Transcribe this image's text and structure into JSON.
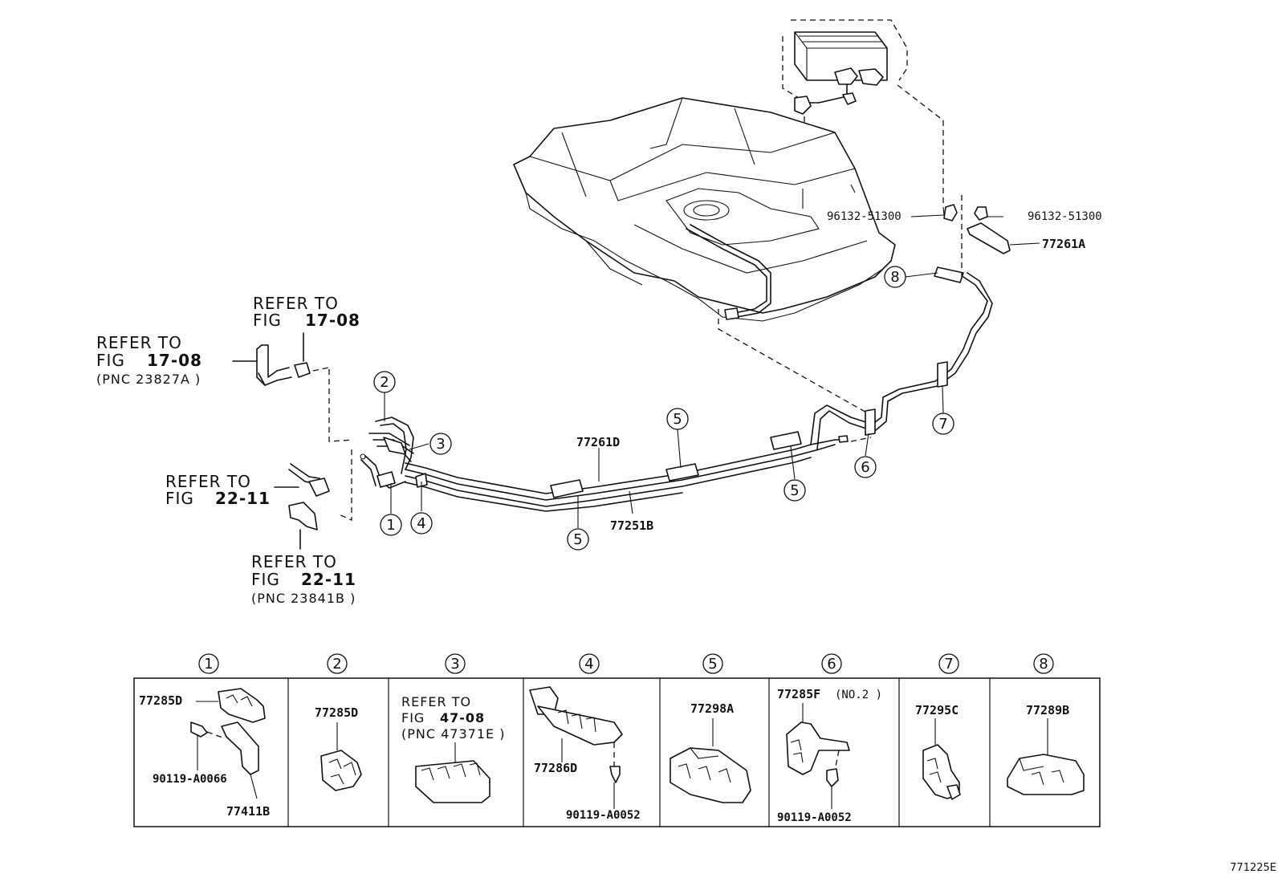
{
  "callouts": [
    "1",
    "2",
    "3",
    "4",
    "5",
    "6",
    "7",
    "8"
  ],
  "parts": {
    "p77261D": "77261D",
    "p77251B": "77251B",
    "p77261A": "77261A",
    "p96132_left": "96132-51300",
    "p96132_right": "96132-51300"
  },
  "refs": {
    "r1": {
      "line1": "REFER  TO",
      "fig_prefix": "FIG",
      "fig": "17-08"
    },
    "r2": {
      "line1": "REFER  TO",
      "fig_prefix": "FIG",
      "fig": "17-08",
      "pnc": "(PNC 23827A )"
    },
    "r3": {
      "line1": "REFER  TO",
      "fig_prefix": "FIG",
      "fig": "22-11"
    },
    "r4": {
      "line1": "REFER  TO",
      "fig_prefix": "FIG",
      "fig": "22-11",
      "pnc": "(PNC 23841B )"
    }
  },
  "table": {
    "cell1": {
      "a": "77285D",
      "b": "90119-A0066",
      "c": "77411B"
    },
    "cell2": {
      "a": "77285D"
    },
    "cell3": {
      "line1": "REFER  TO",
      "fig_prefix": "FIG",
      "fig": "47-08",
      "pnc": "(PNC 47371E )"
    },
    "cell4": {
      "a": "77286D",
      "b": "90119-A0052"
    },
    "cell5": {
      "a": "77298A"
    },
    "cell6": {
      "a": "77285F",
      "a_suffix": "(NO.2 )",
      "b": "90119-A0052"
    },
    "cell7": {
      "a": "77295C"
    },
    "cell8": {
      "a": "77289B"
    }
  },
  "figure_id": "771225E"
}
